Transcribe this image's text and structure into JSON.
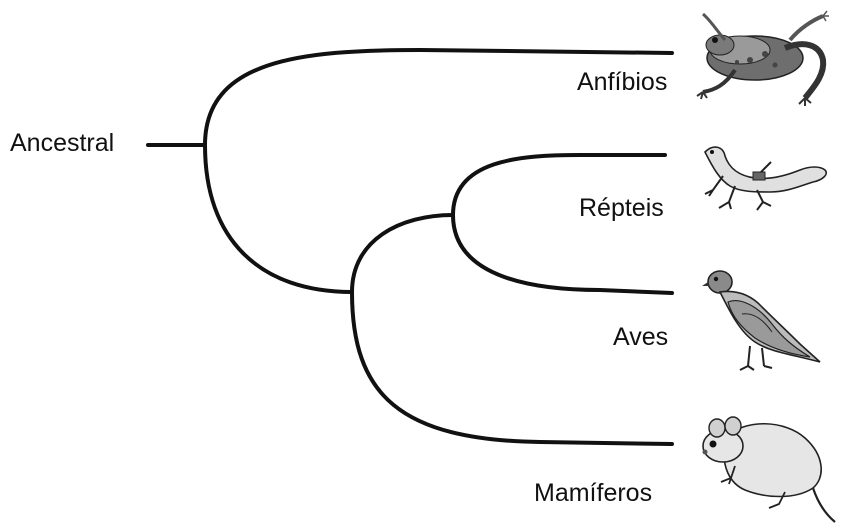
{
  "root_label": "Ancestral",
  "taxa": [
    {
      "label": "Anfíbios",
      "icon": "frog-icon"
    },
    {
      "label": "Répteis",
      "icon": "lizard-icon"
    },
    {
      "label": "Aves",
      "icon": "pigeon-icon"
    },
    {
      "label": "Mamíferos",
      "icon": "mouse-icon"
    }
  ],
  "tree": "(Anfíbios,((Répteis,Aves),Mamíferos))",
  "colors": {
    "line": "#111111",
    "text": "#111111",
    "fill_gray": "#d0d0d0",
    "fill_dark": "#8a8a8a"
  }
}
